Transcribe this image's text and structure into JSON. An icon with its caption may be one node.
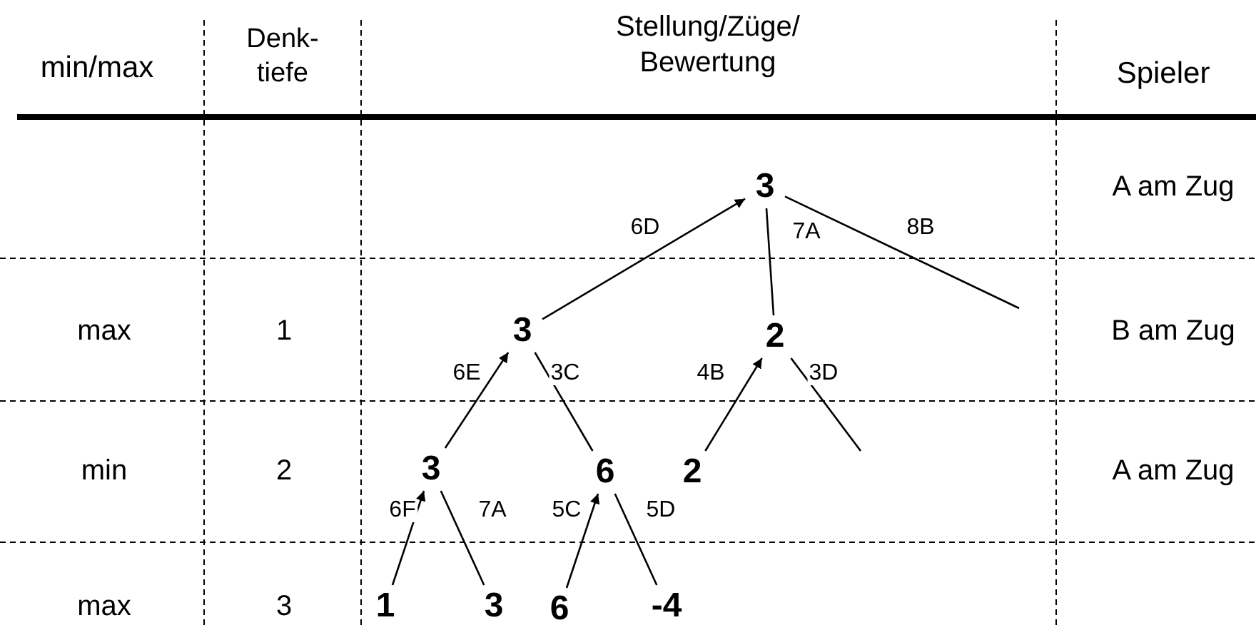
{
  "diagram": {
    "nodes": [
      {
        "text": [
          "3"
        ]
      },
      {
        "text": [
          "3"
        ]
      },
      {
        "text": [
          "2"
        ]
      },
      {
        "text": [
          "3"
        ]
      },
      {
        "text": [
          "6"
        ]
      },
      {
        "text": [
          "2"
        ]
      },
      {
        "text": [
          "1"
        ]
      },
      {
        "text": [
          "3"
        ]
      },
      {
        "text": [
          "6"
        ]
      },
      {
        "text": [
          "-4"
        ]
      }
    ],
    "edges": [
      {
        "from": 1,
        "to": 0,
        "arrow": "to",
        "label": "6D"
      },
      {
        "from": 0,
        "to": 2,
        "arrow": "none",
        "label": "7A"
      },
      {
        "from": 0,
        "to": null,
        "arrow": "none",
        "label": "8B"
      },
      {
        "from": 3,
        "to": 1,
        "arrow": "to",
        "label": "6E"
      },
      {
        "from": 1,
        "to": 4,
        "arrow": "none",
        "label": "3C"
      },
      {
        "from": 5,
        "to": 2,
        "arrow": "to",
        "label": "4B"
      },
      {
        "from": 2,
        "to": null,
        "arrow": "none",
        "label": "3D"
      },
      {
        "from": 6,
        "to": 3,
        "arrow": "to",
        "label": "6F"
      },
      {
        "from": 3,
        "to": 7,
        "arrow": "none",
        "label": "7A"
      },
      {
        "from": 8,
        "to": 4,
        "arrow": "to",
        "label": "5C"
      },
      {
        "from": 4,
        "to": 9,
        "arrow": "none",
        "label": "5D"
      }
    ],
    "labels": [
      "min/max",
      "Denk- tiefe",
      "Stellung/Züge/ Bewertung",
      "Spieler",
      "A am Zug",
      "max",
      "1",
      "B am Zug",
      "min",
      "2",
      "A am Zug",
      "max",
      "3"
    ]
  }
}
